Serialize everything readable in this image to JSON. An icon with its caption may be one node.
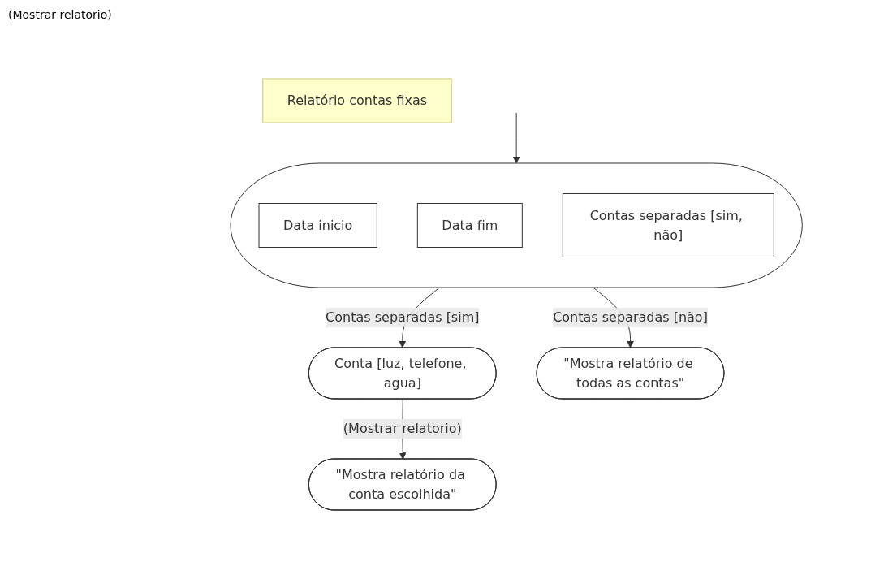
{
  "diagram": {
    "nodes": [
      {
        "text": [
          "Relatório contas fixas"
        ]
      },
      {
        "text": [],
        "shape": "ellipse"
      },
      {
        "text": [
          "Data inicio"
        ],
        "in": 1
      },
      {
        "text": [
          "Data fim"
        ],
        "in": 1
      },
      {
        "text": [
          "Contas separadas [sim, não]"
        ],
        "in": 1
      },
      {
        "text": [
          "Conta [luz, telefone, agua]"
        ]
      },
      {
        "text": [
          "\"Mostra relatório de todas as contas\""
        ]
      },
      {
        "text": [
          "\"Mostra relatório da conta escolhida\""
        ]
      }
    ],
    "edges": [
      {
        "from": null,
        "to": 1,
        "arrow": "to"
      },
      {
        "from": 1,
        "to": 5,
        "arrow": "to",
        "label": "Contas separadas [sim]"
      },
      {
        "from": 1,
        "to": 6,
        "arrow": "to",
        "label": "Contas separadas [não]"
      },
      {
        "from": 5,
        "to": 7,
        "arrow": "to",
        "label": "(Mostrar relatorio)"
      }
    ],
    "labels": [
      "(Mostrar relatorio)"
    ]
  }
}
